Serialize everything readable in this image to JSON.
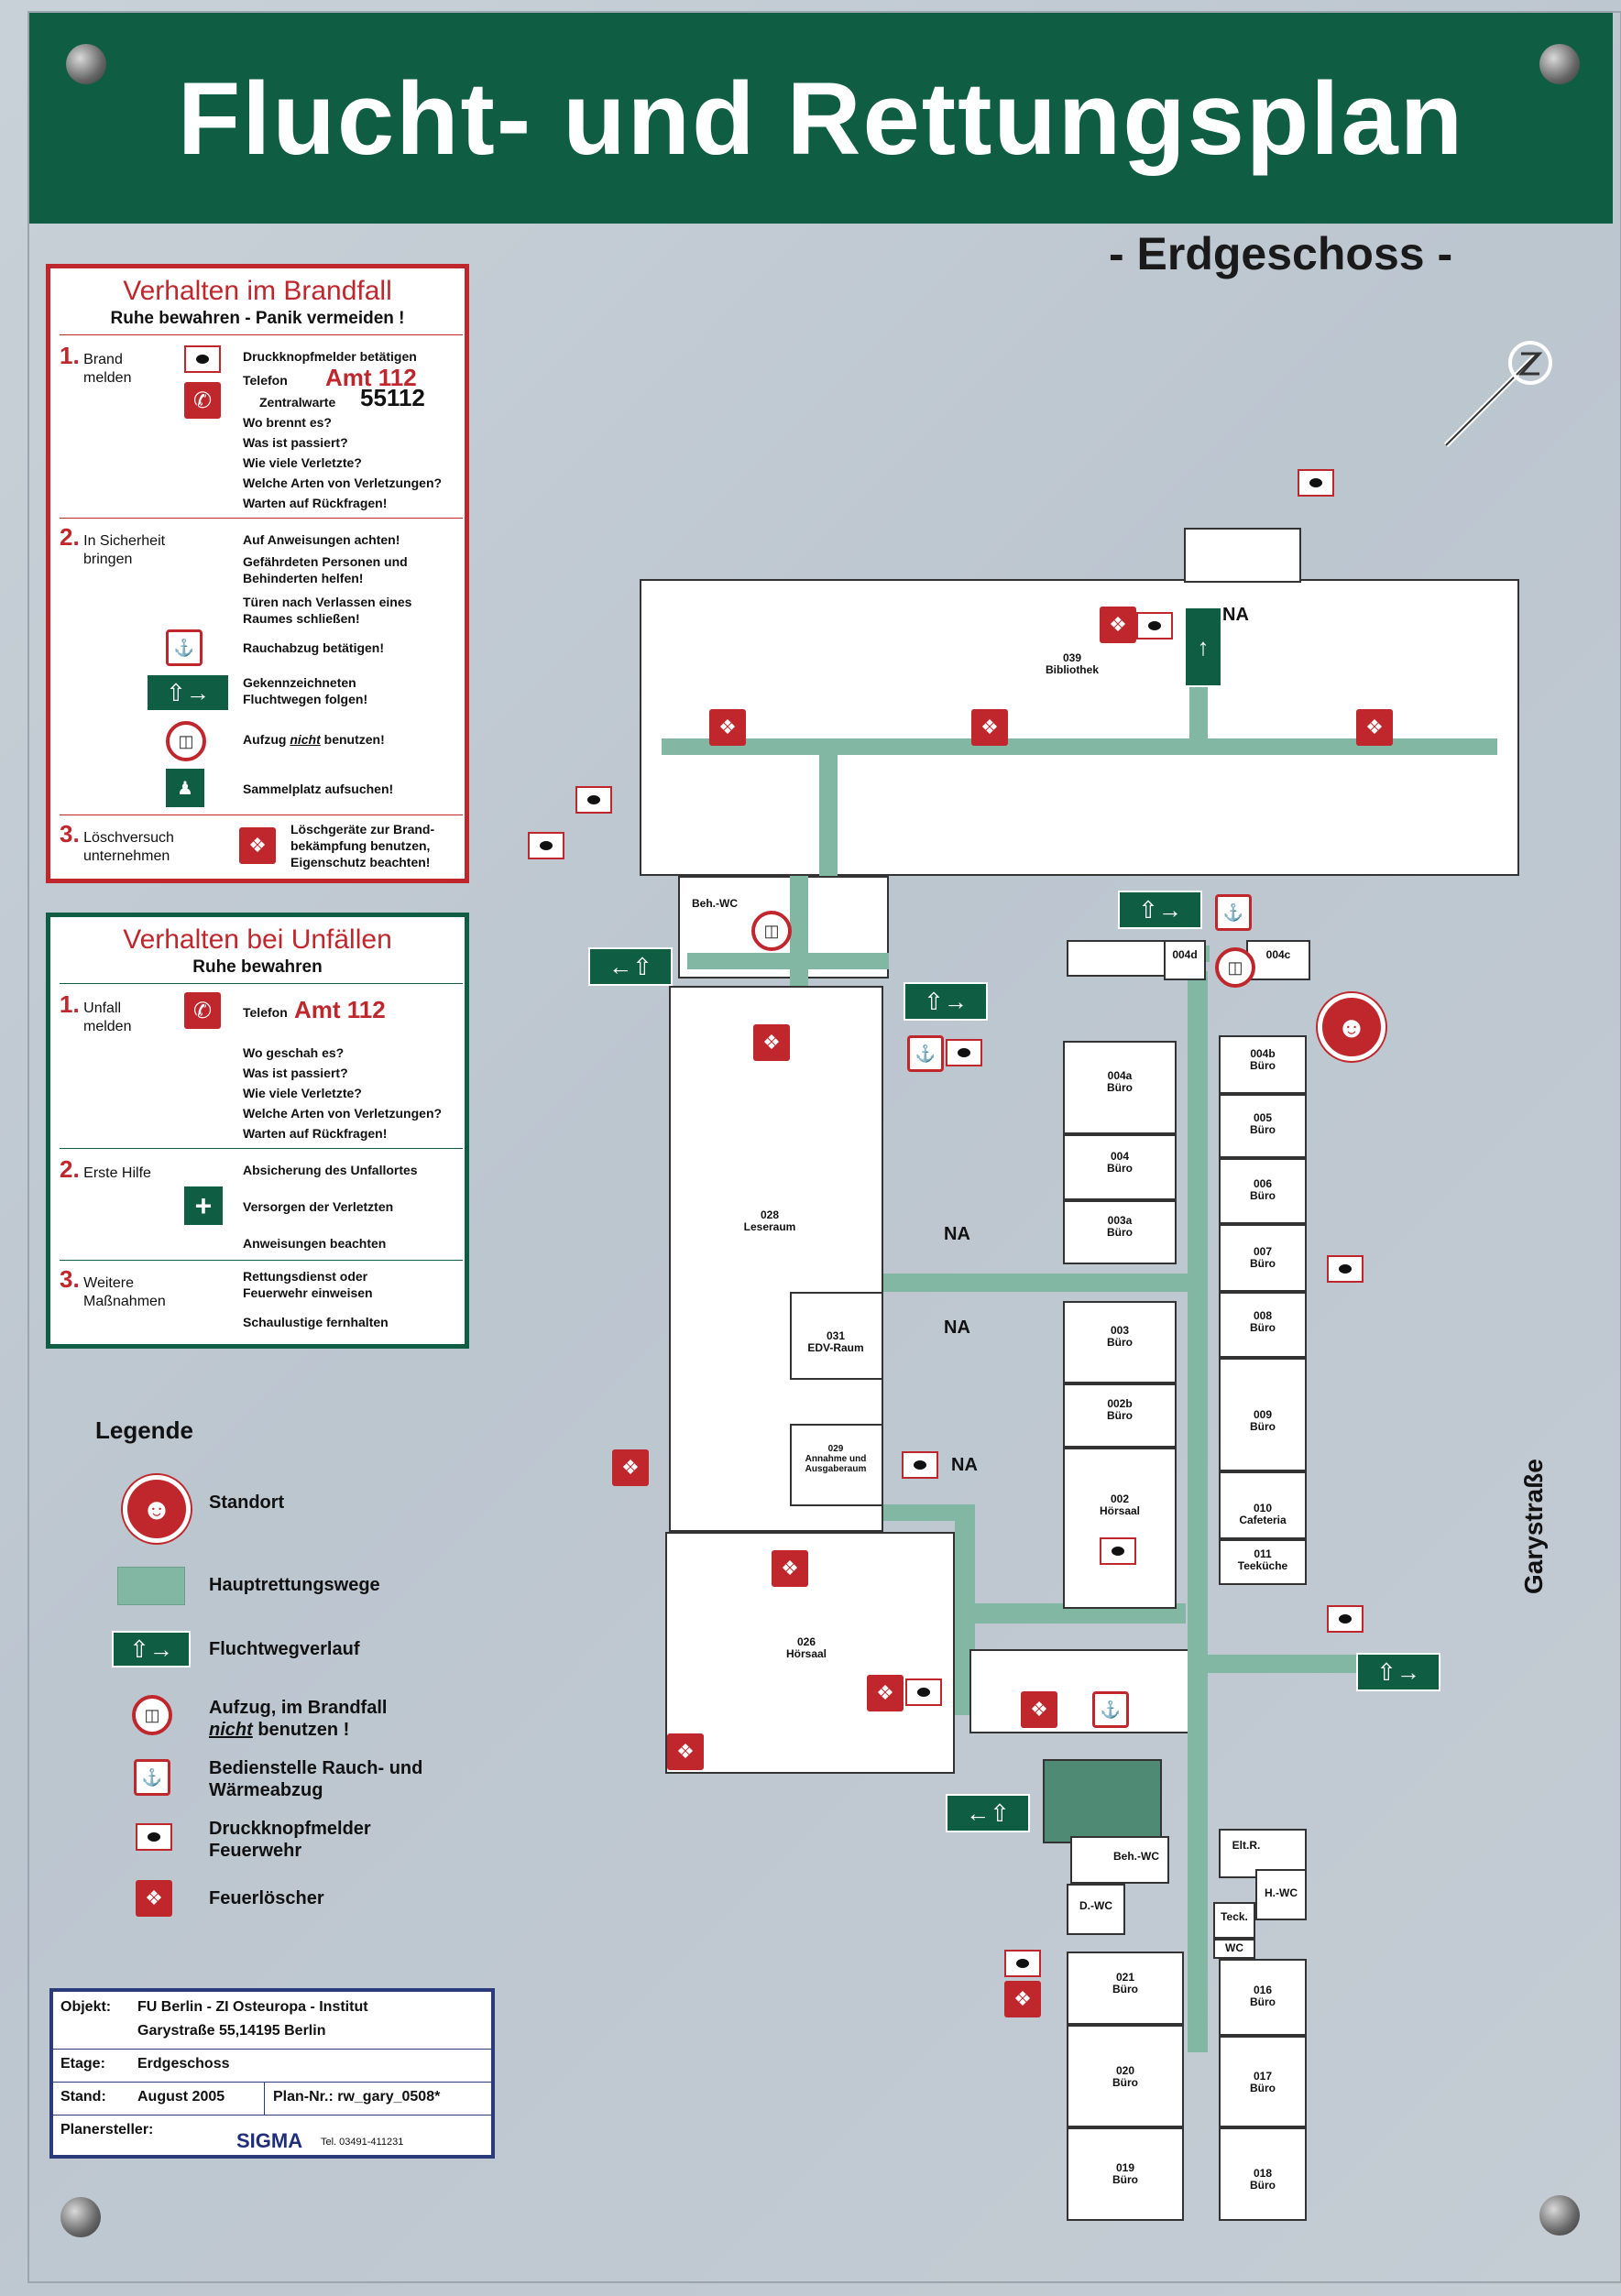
{
  "title": "Flucht- und Rettungsplan",
  "floor_label": "- Erdgeschoss -",
  "fire_panel": {
    "heading": "Verhalten im Brandfall",
    "subheading": "Ruhe bewahren - Panik vermeiden !",
    "step1": {
      "num": "1.",
      "label_a": "Brand",
      "label_b": "melden",
      "alarm_text": "Druckknopfmelder betätigen",
      "phone_label": "Telefon",
      "phone_amt": "Amt 112",
      "central_label": "Zentralwarte",
      "central_number": "55112",
      "q1": "Wo brennt es?",
      "q2": "Was ist passiert?",
      "q3": "Wie viele Verletzte?",
      "q4": "Welche Arten von Verletzungen?",
      "q5": "Warten auf Rückfragen!"
    },
    "step2": {
      "num": "2.",
      "label_a": "In Sicherheit",
      "label_b": "bringen",
      "t1": "Auf Anweisungen achten!",
      "t2a": "Gefährdeten Personen und",
      "t2b": "Behinderten helfen!",
      "t3a": "Türen nach Verlassen eines",
      "t3b": "Raumes schließen!",
      "t4": "Rauchabzug betätigen!",
      "t5a": "Gekennzeichneten",
      "t5b": "Fluchtwegen folgen!",
      "t6a": "Aufzug ",
      "t6b": "nicht",
      "t6c": " benutzen!",
      "t7": "Sammelplatz aufsuchen!"
    },
    "step3": {
      "num": "3.",
      "label_a": "Löschversuch",
      "label_b": "unternehmen",
      "t1a": "Löschgeräte zur Brand-",
      "t1b": "bekämpfung benutzen,",
      "t1c": "Eigenschutz beachten!"
    }
  },
  "accident_panel": {
    "heading": "Verhalten bei Unfällen",
    "subheading": "Ruhe bewahren",
    "step1": {
      "num": "1.",
      "label_a": "Unfall",
      "label_b": "melden",
      "phone_label": "Telefon",
      "phone_amt": "Amt 112",
      "q1": "Wo geschah es?",
      "q2": "Was ist passiert?",
      "q3": "Wie viele Verletzte?",
      "q4": "Welche Arten von Verletzungen?",
      "q5": "Warten auf Rückfragen!"
    },
    "step2": {
      "num": "2.",
      "label": "Erste Hilfe",
      "t1": "Absicherung des Unfallortes",
      "t2": "Versorgen der Verletzten",
      "t3": "Anweisungen beachten"
    },
    "step3": {
      "num": "3.",
      "label_a": "Weitere",
      "label_b": "Maßnahmen",
      "t1a": "Rettungsdienst oder",
      "t1b": "Feuerwehr einweisen",
      "t2": "Schaulustige fernhalten"
    }
  },
  "legend": {
    "title": "Legende",
    "standort": "Standort",
    "main_routes": "Hauptrettungswege",
    "escape_direction": "Fluchtwegverlauf",
    "elevator_a": "Aufzug, im Brandfall",
    "elevator_b_nicht": "nicht",
    "elevator_b_rest": " benutzen !",
    "smoke_a": "Bedienstelle Rauch- und",
    "smoke_b": "Wärmeabzug",
    "alarm_a": "Druckknopfmelder",
    "alarm_b": "Feuerwehr",
    "extinguisher": "Feuerlöscher"
  },
  "info": {
    "objekt_label": "Objekt:",
    "objekt_value": "FU Berlin - ZI Osteuropa - Institut",
    "address": "Garystraße 55,14195 Berlin",
    "etage_label": "Etage:",
    "etage_value": "Erdgeschoss",
    "stand_label": "Stand:",
    "stand_value": "August 2005",
    "plan_label": "Plan-Nr.: rw_gary_0508*",
    "planer_label": "Planersteller:",
    "planer_brand": "SIGMA",
    "planer_tel": "Tel. 03491-411231"
  },
  "plan": {
    "rooms": {
      "r039": "039",
      "r039n": "Bibliothek",
      "r028": "028",
      "r028n": "Leseraum",
      "r031": "031",
      "r031n": "EDV-Raum",
      "r029": "029",
      "r029n": "Annahme und Ausgaberaum",
      "r026": "026",
      "r026n": "Hörsaal",
      "r004d": "004d",
      "r004c": "004c",
      "r004a": "004a",
      "r004b": "004b",
      "r004": "004",
      "r005": "005",
      "r003a": "003a",
      "r006": "006",
      "r007": "007",
      "r003": "003",
      "r008": "008",
      "r002b": "002b",
      "r009": "009",
      "r002": "002",
      "r002n": "Hörsaal",
      "r010": "010",
      "r010n": "Cafeteria",
      "r011": "011",
      "r011n": "Teeküche",
      "r021": "021",
      "r016": "016",
      "r020": "020",
      "r017": "017",
      "r019": "019",
      "r018": "018",
      "buero": "Büro",
      "behwc": "Beh.-WC",
      "behwc2": "Beh.-WC",
      "dwc": "D.-WC",
      "hwc": "H.-WC",
      "eltr": "Elt.R.",
      "teck": "Teck.",
      "wc": "WC"
    },
    "na1": "NA",
    "na2": "NA",
    "na3": "NA",
    "na4": "NA",
    "street": "Garystraße"
  },
  "colors": {
    "green": "#0f5e44",
    "red": "#c0272d",
    "route": "#82b8a3"
  },
  "icons": {
    "extinguisher": "fire-extinguisher-icon",
    "alarm": "manual-call-point-icon",
    "exit": "emergency-exit-icon"
  }
}
